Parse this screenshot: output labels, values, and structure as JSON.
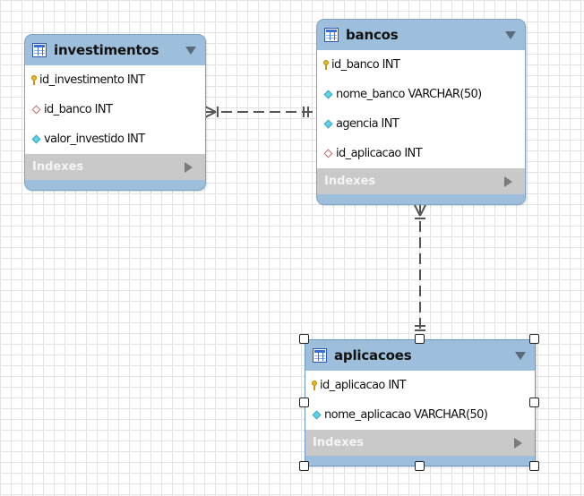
{
  "diagram": {
    "tables": [
      {
        "name": "investimentos",
        "columns": [
          {
            "icon": "primary-key-icon",
            "text": "id_investimento INT"
          },
          {
            "icon": "foreign-key-diamond-icon",
            "text": "id_banco INT"
          },
          {
            "icon": "column-diamond-icon",
            "text": "valor_investido INT"
          }
        ],
        "indexes_label": "Indexes"
      },
      {
        "name": "bancos",
        "columns": [
          {
            "icon": "primary-key-icon",
            "text": "id_banco INT"
          },
          {
            "icon": "column-diamond-icon",
            "text": "nome_banco VARCHAR(50)"
          },
          {
            "icon": "column-diamond-icon",
            "text": "agencia INT"
          },
          {
            "icon": "foreign-key-diamond-icon",
            "text": "id_aplicacao INT"
          }
        ],
        "indexes_label": "Indexes"
      },
      {
        "name": "aplicacoes",
        "columns": [
          {
            "icon": "primary-key-icon",
            "text": "id_aplicacao INT"
          },
          {
            "icon": "column-diamond-icon",
            "text": "nome_aplicacao VARCHAR(50)"
          }
        ],
        "indexes_label": "Indexes",
        "selected": true
      }
    ],
    "relationships": [
      {
        "from": "investimentos",
        "to": "bancos",
        "from_end": "many",
        "to_end": "one",
        "style": "dashed"
      },
      {
        "from": "bancos",
        "to": "aplicacoes",
        "from_end": "many",
        "to_end": "one",
        "style": "dashed"
      }
    ],
    "colors": {
      "header": "#9dbfdc",
      "indexes_bar": "#c9c9c9",
      "connector": "#555555",
      "grid": "#e3e3e3"
    }
  }
}
